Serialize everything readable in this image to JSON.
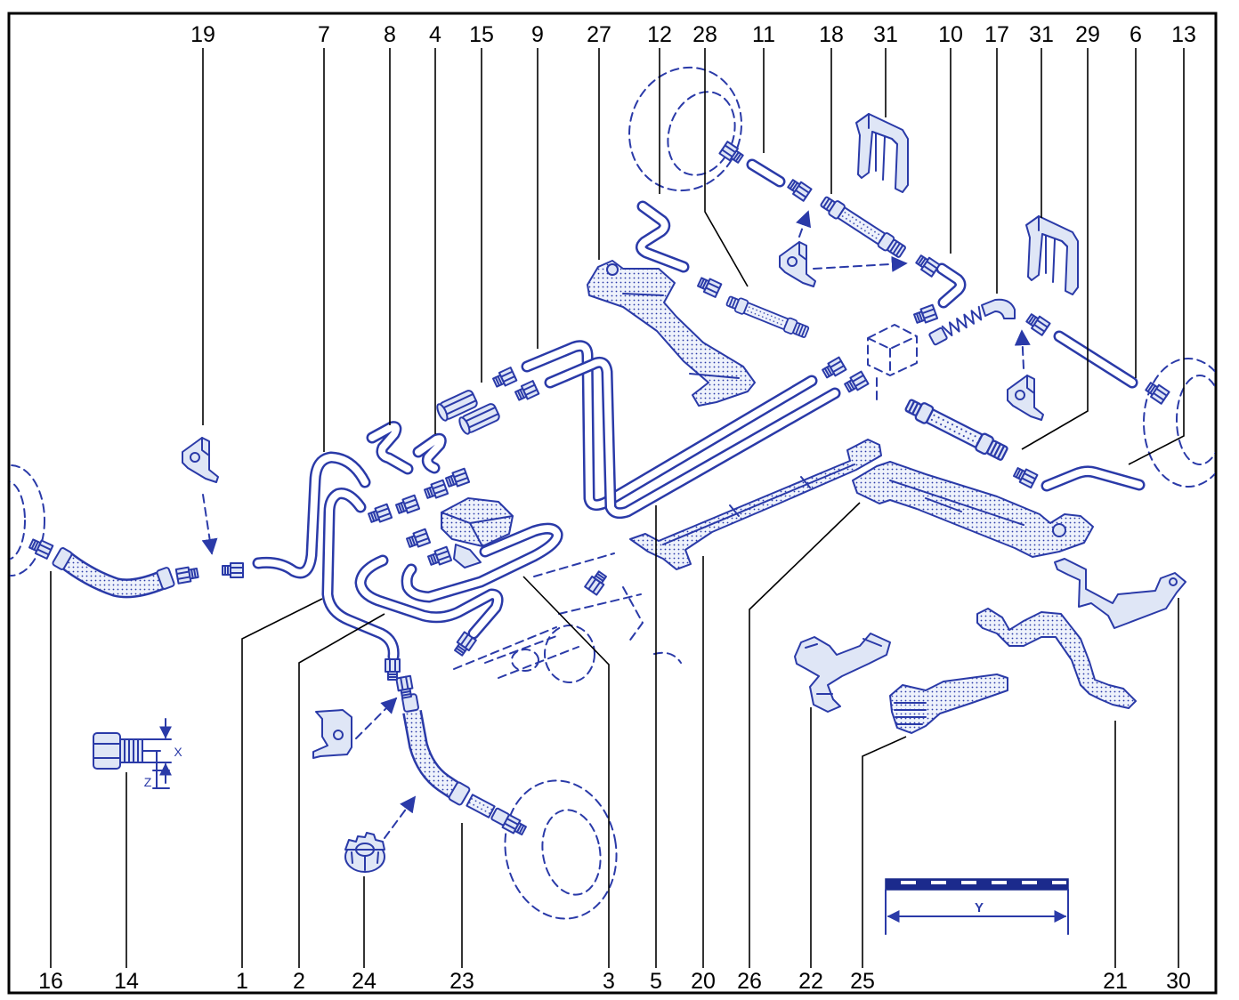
{
  "diagram": {
    "top_callouts": [
      "19",
      "7",
      "8",
      "4",
      "15",
      "9",
      "27",
      "12",
      "28",
      "11",
      "18",
      "31",
      "10",
      "17",
      "31",
      "29",
      "6",
      "13"
    ],
    "bottom_callouts": [
      "16",
      "14",
      "1",
      "2",
      "24",
      "23",
      "3",
      "5",
      "20",
      "26",
      "22",
      "25",
      "21",
      "30"
    ],
    "dimension_labels": {
      "x": "X",
      "z": "Z",
      "y": "Y"
    }
  },
  "colors": {
    "drawing_line": "#2a3aa8",
    "part_fill": "#dfe6f6",
    "frame": "#000000"
  }
}
